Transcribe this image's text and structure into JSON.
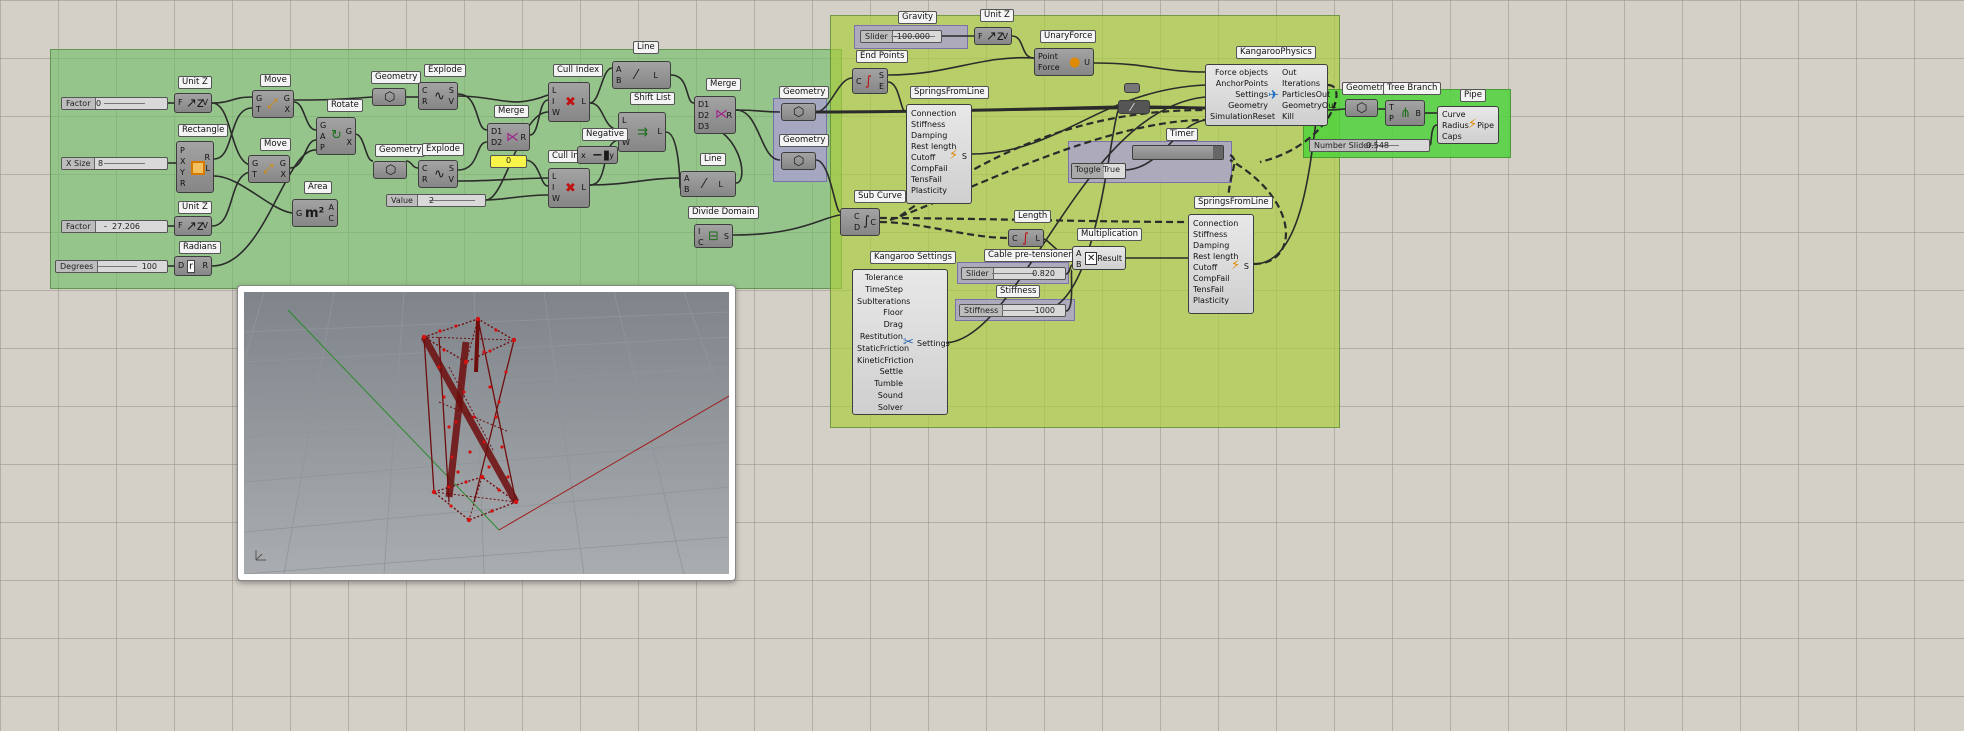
{
  "groups": [],
  "components": {
    "factor1_slider": {
      "name": "Factor",
      "value": "0"
    },
    "unitz1": {
      "title": "Unit Z",
      "in": [
        "F"
      ],
      "out": [
        "V"
      ]
    },
    "move1": {
      "title": "Move",
      "in": [
        "G",
        "T"
      ],
      "out": [
        "G",
        "X"
      ]
    },
    "rectangle": {
      "title": "Rectangle",
      "in": [
        "P",
        "X",
        "Y",
        "R"
      ],
      "out": [
        "R",
        "L"
      ]
    },
    "xsize_slider": {
      "name": "X Size",
      "value": "8"
    },
    "move2": {
      "title": "Move",
      "in": [
        "G",
        "T"
      ],
      "out": [
        "G",
        "X"
      ]
    },
    "rotate": {
      "title": "Rotate",
      "in": [
        "G",
        "A",
        "P"
      ],
      "out": [
        "G",
        "X"
      ]
    },
    "area": {
      "title": "Area",
      "in": [
        "G"
      ],
      "out": [
        "A",
        "C"
      ]
    },
    "factor2_slider": {
      "name": "Factor",
      "value": "27.206"
    },
    "unitz2": {
      "title": "Unit Z",
      "in": [
        "F"
      ],
      "out": [
        "V"
      ]
    },
    "radians": {
      "title": "Radians",
      "in": [
        "D"
      ],
      "out": [
        "R"
      ]
    },
    "degrees_slider": {
      "name": "Degrees",
      "value": "100"
    },
    "geometry1": {
      "title": "Geometry"
    },
    "explode1": {
      "title": "Explode",
      "in": [
        "C",
        "R"
      ],
      "out": [
        "S",
        "V"
      ]
    },
    "geometry2": {
      "title": "Geometry"
    },
    "explode2": {
      "title": "Explode",
      "in": [
        "C",
        "R"
      ],
      "out": [
        "S",
        "V"
      ]
    },
    "value_slider": {
      "name": "Value",
      "value": "2"
    },
    "cull1": {
      "title": "Cull Index",
      "in": [
        "L",
        "I",
        "W"
      ],
      "out": [
        "L"
      ]
    },
    "merge1": {
      "title": "Merge",
      "in": [
        "D1",
        "D2"
      ],
      "out": [
        "R"
      ]
    },
    "yellow_panel": {
      "value": "0"
    },
    "cull2": {
      "title": "Cull Index",
      "in": [
        "L",
        "I",
        "W"
      ],
      "out": [
        "L"
      ]
    },
    "line1": {
      "title": "Line",
      "in": [
        "A",
        "B"
      ],
      "out": [
        "L"
      ]
    },
    "shiftlist": {
      "title": "Shift List",
      "in": [
        "L",
        "S",
        "W"
      ],
      "out": [
        "L"
      ]
    },
    "negative": {
      "title": "Negative",
      "in": [
        "x"
      ],
      "out": [
        "y"
      ]
    },
    "merge2": {
      "title": "Merge",
      "in": [
        "D1",
        "D2",
        "D3"
      ],
      "out": [
        "R"
      ]
    },
    "line2": {
      "title": "Line",
      "in": [
        "A",
        "B"
      ],
      "out": [
        "L"
      ]
    },
    "divide_domain": {
      "title": "Divide Domain",
      "in": [
        "I",
        "C"
      ],
      "out": [
        "S"
      ]
    },
    "geometry3": {
      "title": "Geometry"
    },
    "geometry4": {
      "title": "Geometry"
    },
    "gravity_slider": {
      "title": "Gravity",
      "name": "Slider",
      "value": "-100.000"
    },
    "unitz3": {
      "title": "Unit Z",
      "in": [
        "F"
      ],
      "out": [
        "V"
      ]
    },
    "unaryforce": {
      "title": "UnaryForce",
      "in": [
        "Point",
        "Force"
      ],
      "out": [
        "U"
      ]
    },
    "endpoints": {
      "title": "End Points",
      "in": [
        "C"
      ],
      "out": [
        "S",
        "E"
      ]
    },
    "springs1": {
      "title": "SpringsFromLine",
      "in": [
        "Connection",
        "Stiffness",
        "Damping",
        "Rest length",
        "Cutoff",
        "CompFail",
        "TensFail",
        "Plasticity"
      ],
      "out": [
        "S"
      ]
    },
    "subcurve": {
      "title": "Sub Curve",
      "in": [
        "C",
        "D"
      ],
      "out": [
        "C"
      ]
    },
    "length": {
      "title": "Length",
      "in": [
        "C"
      ],
      "out": [
        "L"
      ]
    },
    "cable_slider": {
      "title": "Cable pre-tensioner",
      "name": "Slider",
      "value": "0.820"
    },
    "stiffness_slider": {
      "title": "Stiffness",
      "name": "Stiffness",
      "value": "1000"
    },
    "multiplication": {
      "title": "Multiplication",
      "in": [
        "A",
        "B"
      ],
      "out": [
        "Result"
      ]
    },
    "springs2": {
      "title": "SpringsFromLine",
      "in": [
        "Connection",
        "Stiffness",
        "Damping",
        "Rest length",
        "Cutoff",
        "CompFail",
        "TensFail",
        "Plasticity"
      ],
      "out": [
        "S"
      ]
    },
    "kangaroo_settings": {
      "title": "Kangaroo Settings",
      "in": [
        "Tolerance",
        "TimeStep",
        "SubIterations",
        "Floor",
        "Drag",
        "Restitution",
        "StaticFriction",
        "KineticFriction",
        "Settle",
        "Tumble",
        "Sound",
        "Solver"
      ],
      "out": [
        "Settings"
      ]
    },
    "timer": {
      "title": "Timer"
    },
    "toggle": {
      "name": "Toggle",
      "value": "True"
    },
    "kangaroo_physics": {
      "title": "KangarooPhysics",
      "in": [
        "Force objects",
        "AnchorPoints",
        "Settings",
        "Geometry",
        "SimulationReset"
      ],
      "out": [
        "Out",
        "Iterations",
        "ParticlesOut",
        "GeometryOut",
        "Kill"
      ]
    },
    "geometry5": {
      "title": "Geometry"
    },
    "treebranch": {
      "title": "Tree Branch",
      "in": [
        "T",
        "P"
      ],
      "out": [
        "B"
      ]
    },
    "pipe": {
      "title": "Pipe",
      "in": [
        "Curve",
        "Radius",
        "Caps"
      ],
      "out": [
        "Pipe"
      ]
    },
    "number_slider": {
      "name": "Number Slider",
      "value": "0.548"
    }
  },
  "colors": {
    "group_green": "#6ebe64",
    "group_lime": "#aacd3c",
    "group_purple": "#aaa0d2",
    "tower": "#7a1010",
    "wire": "#2b2b2b"
  }
}
